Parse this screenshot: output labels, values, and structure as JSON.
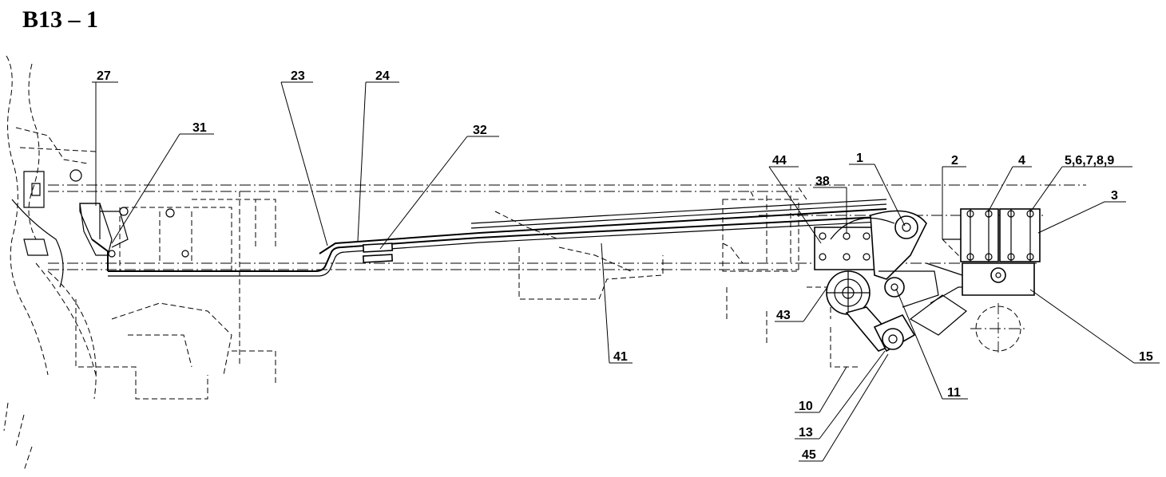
{
  "diagram": {
    "title": "B13 – 1",
    "callouts": [
      "27",
      "31",
      "23",
      "24",
      "32",
      "44",
      "38",
      "1",
      "2",
      "4",
      "5,6,7,8,9",
      "3",
      "43",
      "41",
      "15",
      "11",
      "10",
      "13",
      "45"
    ]
  }
}
